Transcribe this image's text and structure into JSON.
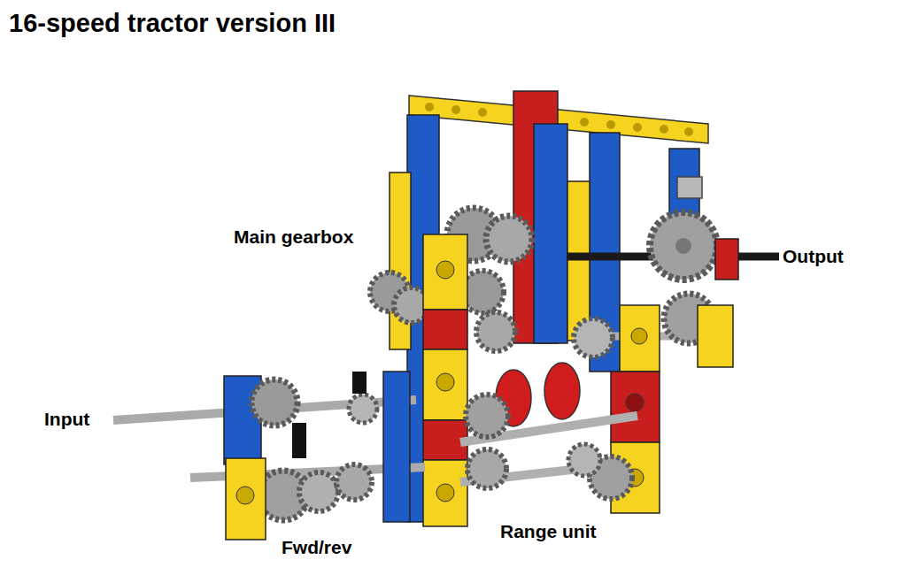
{
  "diagram": {
    "title": "16-speed tractor version III",
    "labels": [
      "Main gearbox",
      "Output",
      "Input",
      "Fwd/rev",
      "Range unit"
    ]
  }
}
